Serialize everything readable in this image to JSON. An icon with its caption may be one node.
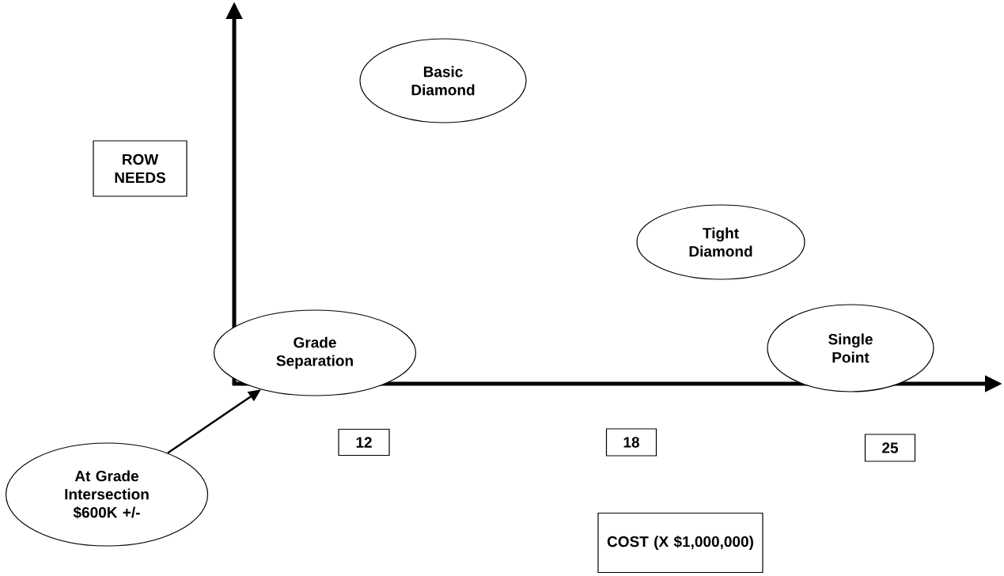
{
  "diagram": {
    "nodes": [
      {
        "text": [
          "Basic Diamond"
        ]
      },
      {
        "text": [
          "ROW NEEDS"
        ]
      },
      {
        "text": [
          "Tight Diamond"
        ]
      },
      {
        "text": [
          "Grade Separation"
        ]
      },
      {
        "text": [
          "Single Point"
        ]
      },
      {
        "text": [
          "At Grade Intersection $600K +/-"
        ]
      },
      {
        "text": [
          "12"
        ]
      },
      {
        "text": [
          "18"
        ]
      },
      {
        "text": [
          "25"
        ]
      },
      {
        "text": [
          "COST (X $1,000,000)"
        ]
      }
    ],
    "edges": [
      {
        "from": 5,
        "to": 3,
        "arrow": "to"
      }
    ]
  }
}
